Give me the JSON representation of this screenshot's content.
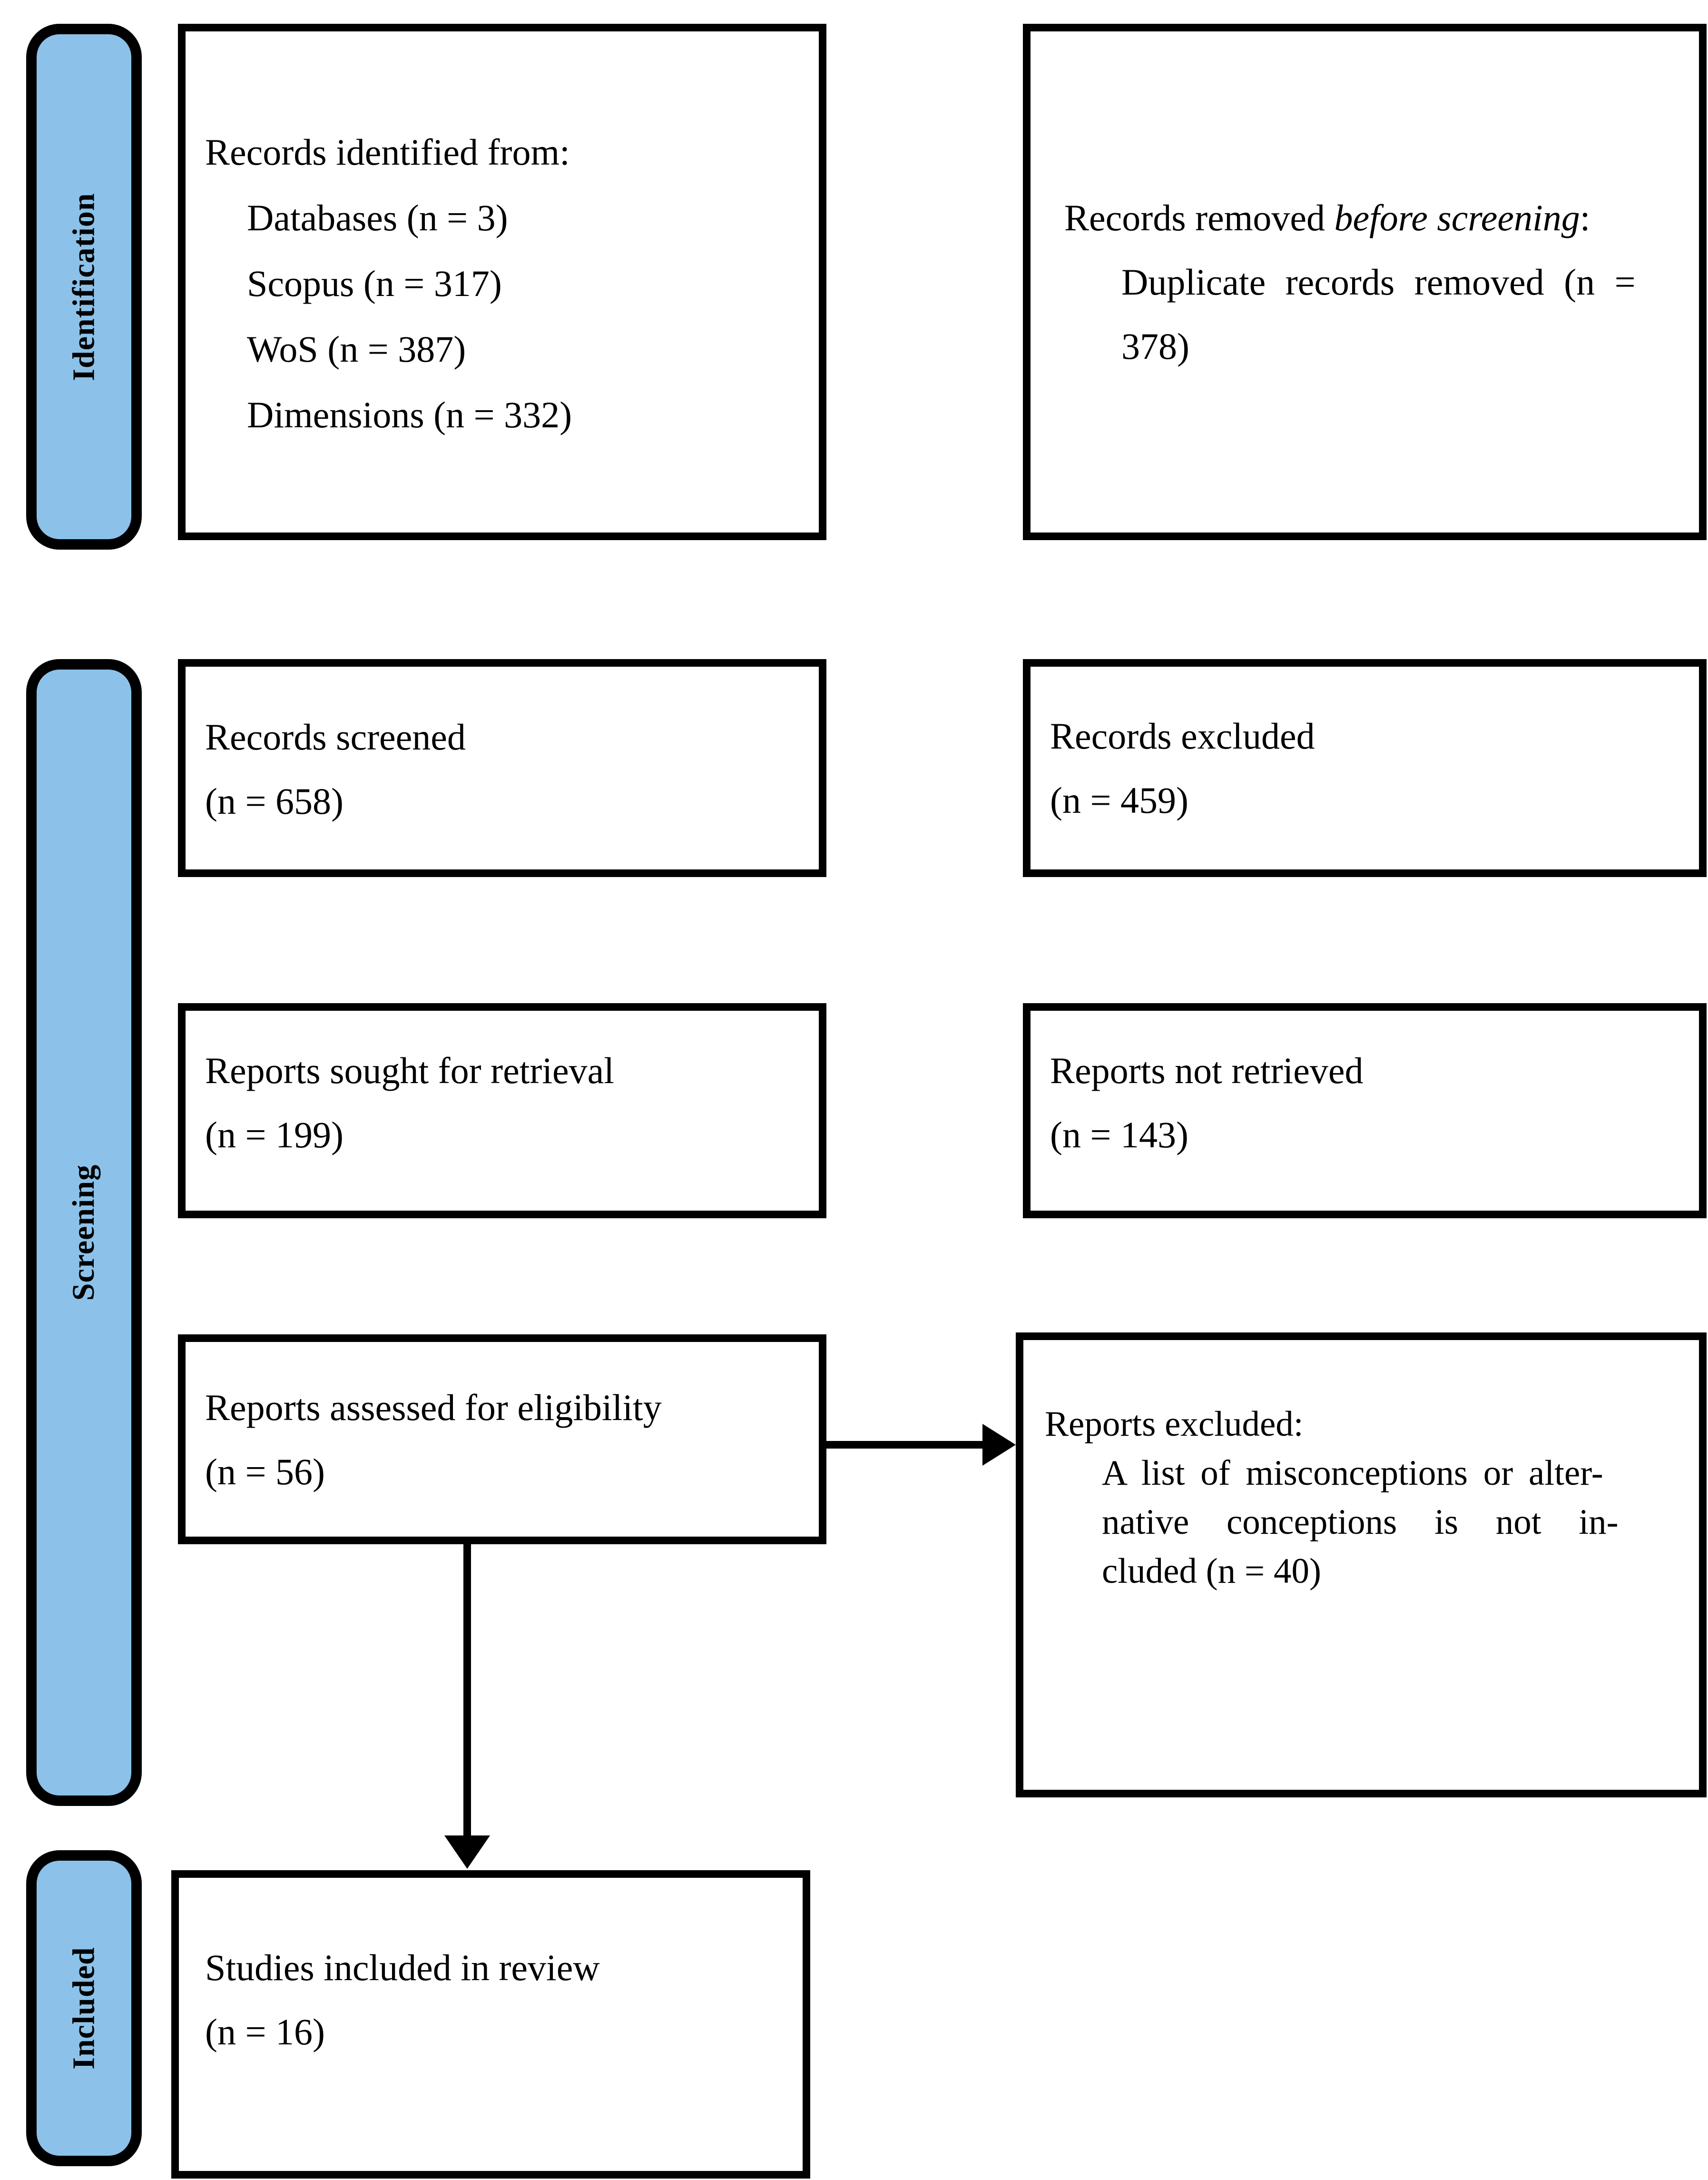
{
  "figure": {
    "type": "PRISMA systematic review flow diagram"
  },
  "colors": {
    "stage_fill": "#8CC2E9",
    "stage_border": "#000000",
    "box_border": "#000000",
    "background": "#FFFFFF",
    "text": "#000000"
  },
  "stages": [
    {
      "label": "Identification"
    },
    {
      "label": "Screening"
    },
    {
      "label": "Included"
    }
  ],
  "boxes": {
    "identified": {
      "title": "Records identified from:",
      "items": [
        "Databases (n = 3)",
        "Scopus (n = 317)",
        "WoS (n = 387)",
        "Dimensions (n = 332)"
      ]
    },
    "removed_before_screening": {
      "title_plain": "Records removed ",
      "title_italic": "before screening",
      "title_colon": ":",
      "detail_line1": "Duplicate records removed (n =",
      "detail_line2": "378)"
    },
    "screened": {
      "title": "Records screened",
      "count": "(n = 658)"
    },
    "records_excluded": {
      "title": "Records excluded",
      "count": "(n = 459)"
    },
    "sought": {
      "title": "Reports sought for retrieval",
      "count": "(n = 199)"
    },
    "not_retrieved": {
      "title": "Reports not retrieved",
      "count": "(n = 143)"
    },
    "assessed": {
      "title": "Reports assessed for eligibility",
      "count": "(n = 56)"
    },
    "reports_excluded": {
      "title": "Reports excluded:",
      "reason_lines": [
        "A list of misconceptions or alter-",
        "native conceptions is not in-",
        "cluded (n = 40)"
      ]
    },
    "included_in_review": {
      "title": "Studies included in review",
      "count": "(n = 16)"
    }
  }
}
